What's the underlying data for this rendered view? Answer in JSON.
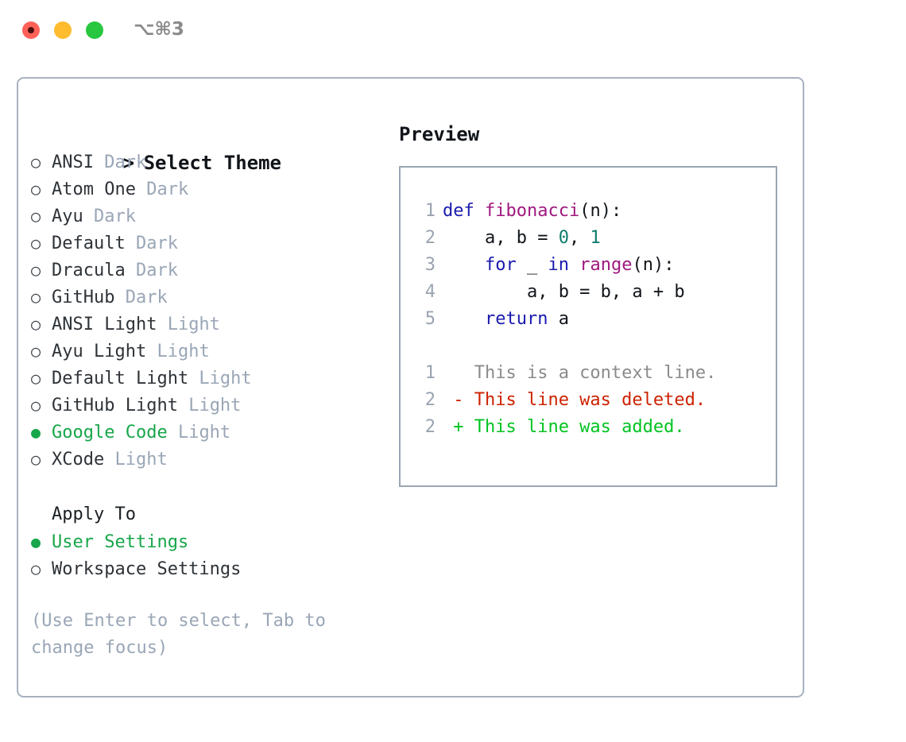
{
  "window": {
    "shortcut": "⌥⌘3",
    "controls": [
      {
        "name": "close",
        "color": "#ff6158"
      },
      {
        "name": "minimize",
        "color": "#febc2e"
      },
      {
        "name": "maximize",
        "color": "#28c73f"
      }
    ]
  },
  "theme_picker": {
    "header": "Select Theme",
    "caret": ">",
    "bullet_selected": "●",
    "bullet_unselected": "○",
    "selected_color": "#17a64a",
    "variant_color": "#9aa6b6",
    "items": [
      {
        "label": "ANSI",
        "variant": "Dark",
        "selected": false
      },
      {
        "label": "Atom One",
        "variant": "Dark",
        "selected": false
      },
      {
        "label": "Ayu",
        "variant": "Dark",
        "selected": false
      },
      {
        "label": "Default",
        "variant": "Dark",
        "selected": false
      },
      {
        "label": "Dracula",
        "variant": "Dark",
        "selected": false
      },
      {
        "label": "GitHub",
        "variant": "Dark",
        "selected": false
      },
      {
        "label": "ANSI Light",
        "variant": "Light",
        "selected": false
      },
      {
        "label": "Ayu Light",
        "variant": "Light",
        "selected": false
      },
      {
        "label": "Default Light",
        "variant": "Light",
        "selected": false
      },
      {
        "label": "GitHub Light",
        "variant": "Light",
        "selected": false
      },
      {
        "label": "Google Code",
        "variant": "Light",
        "selected": true
      },
      {
        "label": "XCode",
        "variant": "Light",
        "selected": false
      }
    ]
  },
  "apply_to": {
    "header": "Apply To",
    "items": [
      {
        "label": "User Settings",
        "selected": true
      },
      {
        "label": "Workspace Settings",
        "selected": false
      }
    ]
  },
  "hint": "(Use Enter to select, Tab to change focus)",
  "preview": {
    "header": "Preview",
    "code_lines": [
      {
        "no": "1",
        "tokens": [
          {
            "t": "def ",
            "c": "kw"
          },
          {
            "t": "fibonacci",
            "c": "fn"
          },
          {
            "t": "(n):",
            "c": "plain"
          }
        ]
      },
      {
        "no": "2",
        "tokens": [
          {
            "t": "    a, b = ",
            "c": "plain"
          },
          {
            "t": "0",
            "c": "num"
          },
          {
            "t": ", ",
            "c": "plain"
          },
          {
            "t": "1",
            "c": "num"
          }
        ]
      },
      {
        "no": "3",
        "tokens": [
          {
            "t": "    ",
            "c": "plain"
          },
          {
            "t": "for",
            "c": "kw"
          },
          {
            "t": " _ ",
            "c": "plain"
          },
          {
            "t": "in",
            "c": "kw"
          },
          {
            "t": " ",
            "c": "plain"
          },
          {
            "t": "range",
            "c": "fn"
          },
          {
            "t": "(n):",
            "c": "plain"
          }
        ]
      },
      {
        "no": "4",
        "tokens": [
          {
            "t": "        a, b = b, a + b",
            "c": "plain"
          }
        ]
      },
      {
        "no": "5",
        "tokens": [
          {
            "t": "    ",
            "c": "plain"
          },
          {
            "t": "return",
            "c": "kw"
          },
          {
            "t": " a",
            "c": "plain"
          }
        ]
      }
    ],
    "diff_lines": [
      {
        "no": "1",
        "tokens": [
          {
            "t": "   This is a context line.",
            "c": "ctx"
          }
        ]
      },
      {
        "no": "2",
        "tokens": [
          {
            "t": " - This line was deleted.",
            "c": "del"
          }
        ]
      },
      {
        "no": "2",
        "tokens": [
          {
            "t": " + This line was added.",
            "c": "add"
          }
        ]
      }
    ]
  }
}
